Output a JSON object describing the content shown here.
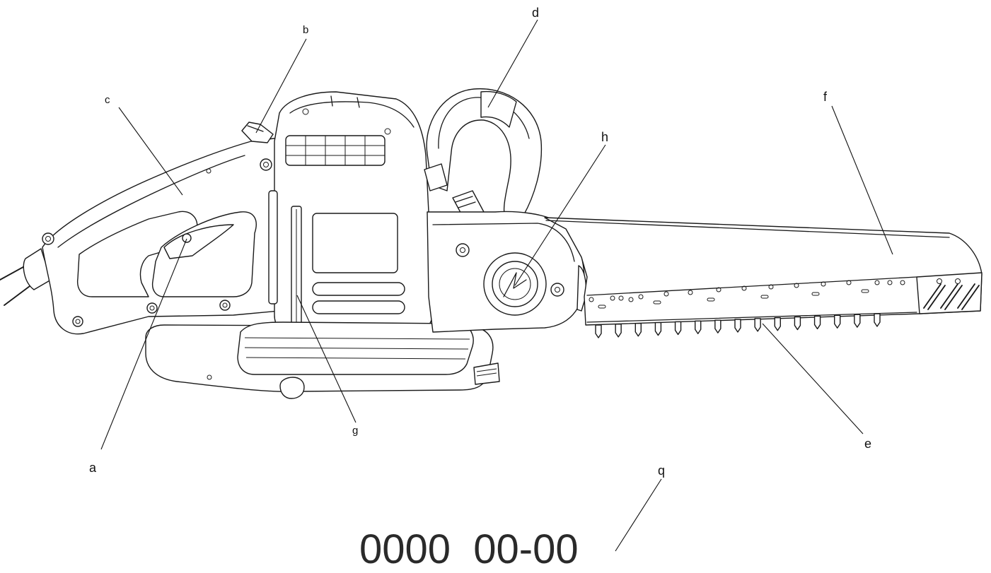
{
  "callouts": {
    "a": "a",
    "b": "b",
    "c": "c",
    "d": "d",
    "e": "e",
    "f": "f",
    "g": "g",
    "h": "h",
    "q": "q"
  },
  "code_label": "0000  00-00",
  "colors": {
    "ink": "#1a1a1a",
    "background": "#ffffff"
  }
}
